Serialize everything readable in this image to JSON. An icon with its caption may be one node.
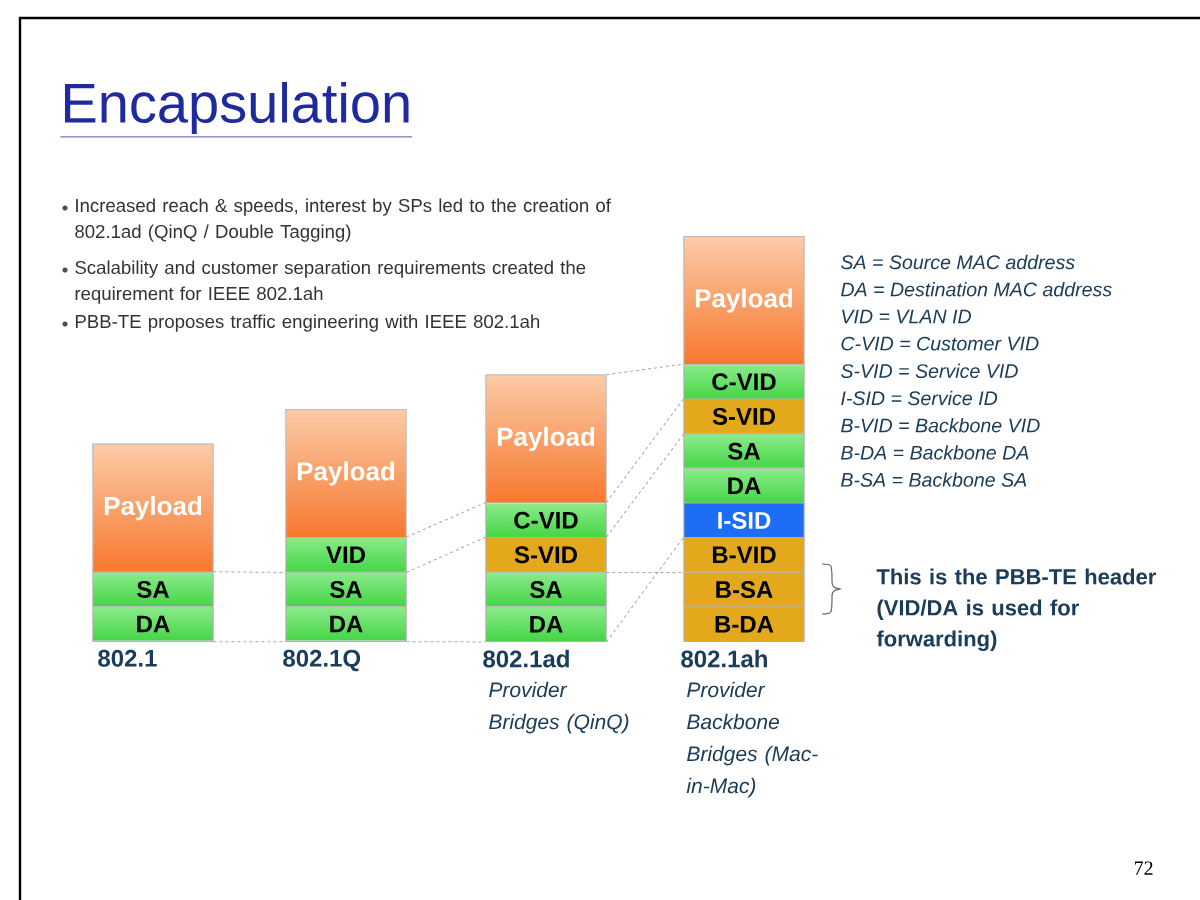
{
  "diagram": {
    "title": "Encapsulation",
    "nodes": [
      {
        "text": [
          "802.1"
        ]
      },
      {
        "text": [
          "Payload"
        ],
        "in": 0
      },
      {
        "text": [
          "SA"
        ],
        "in": 0
      },
      {
        "text": [
          "DA"
        ],
        "in": 0
      },
      {
        "text": [
          "802.1Q"
        ]
      },
      {
        "text": [
          "Payload"
        ],
        "in": 4
      },
      {
        "text": [
          "VID"
        ],
        "in": 4
      },
      {
        "text": [
          "SA"
        ],
        "in": 4
      },
      {
        "text": [
          "DA"
        ],
        "in": 4
      },
      {
        "text": [
          "802.1ad",
          "Provider Bridges (QinQ)"
        ]
      },
      {
        "text": [
          "Payload"
        ],
        "in": 9
      },
      {
        "text": [
          "C-VID"
        ],
        "in": 9
      },
      {
        "text": [
          "S-VID"
        ],
        "in": 9
      },
      {
        "text": [
          "SA"
        ],
        "in": 9
      },
      {
        "text": [
          "DA"
        ],
        "in": 9
      },
      {
        "text": [
          "802.1ah",
          "Provider Backbone Bridges (Mac-in-Mac)"
        ]
      },
      {
        "text": [
          "Payload"
        ],
        "in": 15
      },
      {
        "text": [
          "C-VID"
        ],
        "in": 15
      },
      {
        "text": [
          "S-VID"
        ],
        "in": 15
      },
      {
        "text": [
          "SA"
        ],
        "in": 15
      },
      {
        "text": [
          "DA"
        ],
        "in": 15
      },
      {
        "text": [
          "I-SID"
        ],
        "in": 15
      },
      {
        "text": [
          "B-VID"
        ],
        "in": 15
      },
      {
        "text": [
          "B-SA"
        ],
        "in": 15
      },
      {
        "text": [
          "B-DA"
        ],
        "in": 15
      }
    ],
    "edges": [
      {
        "from": 2,
        "to": 6,
        "arrow": "none",
        "style": "dashed"
      },
      {
        "from": 3,
        "to": 8,
        "arrow": "none",
        "style": "dashed"
      },
      {
        "from": 6,
        "to": 11,
        "arrow": "none",
        "style": "dashed"
      },
      {
        "from": 6,
        "to": 12,
        "arrow": "none",
        "style": "dashed"
      },
      {
        "from": 8,
        "to": 14,
        "arrow": "none",
        "style": "dashed"
      },
      {
        "from": 10,
        "to": 17,
        "arrow": "none",
        "style": "dashed"
      },
      {
        "from": 11,
        "to": 18,
        "arrow": "none",
        "style": "dashed"
      },
      {
        "from": 12,
        "to": 18,
        "arrow": "none",
        "style": "dashed"
      },
      {
        "from": 12,
        "to": 22,
        "arrow": "none",
        "style": "dashed"
      },
      {
        "from": 14,
        "to": 22,
        "arrow": "none",
        "style": "dashed"
      }
    ],
    "labels": [
      "Increased reach & speeds, interest by SPs led to the creation of 802.1ad (QinQ / Double Tagging)",
      "Scalability and customer separation requirements created the requirement for IEEE 802.1ah",
      "PBB-TE proposes traffic engineering with IEEE 802.1ah",
      "SA = Source MAC address",
      "DA = Destination MAC address",
      "VID = VLAN ID",
      "C-VID = Customer VID",
      "S-VID = Service VID",
      "I-SID = Service ID",
      "B-VID = Backbone VID",
      "B-DA = Backbone DA",
      "B-SA = Backbone SA",
      "This is the PBB-TE header (VID/DA is used for forwarding)",
      "72"
    ]
  }
}
